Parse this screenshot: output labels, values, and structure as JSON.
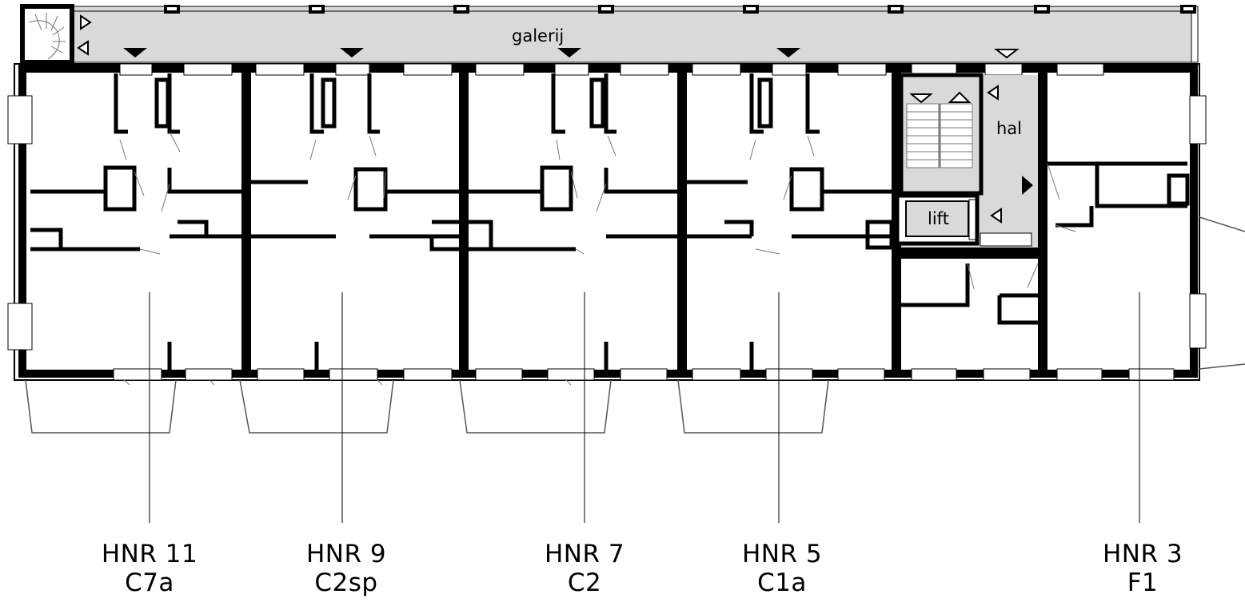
{
  "plan": {
    "gallery_label": "galerij",
    "hall_label": "hal",
    "lift_label": "lift"
  },
  "units": [
    {
      "number": "HNR 11",
      "type": "C7a"
    },
    {
      "number": "HNR 9",
      "type": "C2sp"
    },
    {
      "number": "HNR 7",
      "type": "C2"
    },
    {
      "number": "HNR 5",
      "type": "C1a"
    },
    {
      "number": "HNR 3",
      "type": "F1"
    }
  ],
  "colors": {
    "wall": "#000000",
    "gallery_fill": "#d9d9d9",
    "background": "#ffffff"
  }
}
